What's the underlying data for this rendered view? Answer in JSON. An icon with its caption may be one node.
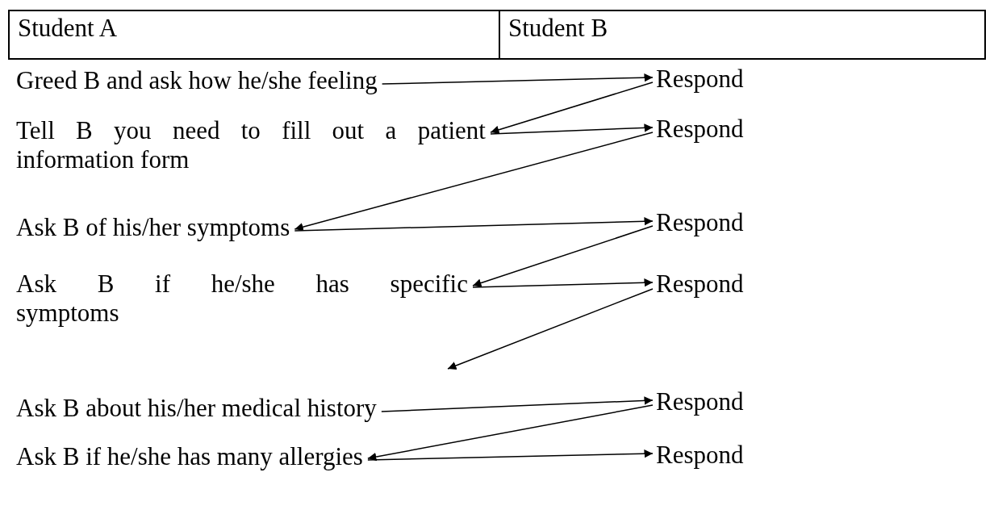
{
  "diagram": {
    "nodes": [
      {
        "text": [
          "Greed B and ask how he/she feeling"
        ]
      },
      {
        "text": [
          "Respond"
        ]
      },
      {
        "text": [
          "Tell B you need to fill out a patient information form"
        ]
      },
      {
        "text": [
          "Respond"
        ]
      },
      {
        "text": [
          "Ask B of his/her symptoms"
        ]
      },
      {
        "text": [
          "Respond"
        ]
      },
      {
        "text": [
          "Ask B if he/she has specific symptoms"
        ]
      },
      {
        "text": [
          "Respond"
        ]
      },
      {
        "text": [
          "Ask B about his/her medical history"
        ]
      },
      {
        "text": [
          "Respond"
        ]
      },
      {
        "text": [
          "Ask B if he/she has many allergies"
        ]
      },
      {
        "text": [
          "Respond"
        ]
      }
    ],
    "edges": [
      {
        "from": 0,
        "to": 1,
        "arrow": "to"
      },
      {
        "from": 1,
        "to": 2,
        "arrow": "to"
      },
      {
        "from": 2,
        "to": 3,
        "arrow": "to"
      },
      {
        "from": 3,
        "to": 4,
        "arrow": "to"
      },
      {
        "from": 4,
        "to": 5,
        "arrow": "to"
      },
      {
        "from": 5,
        "to": 6,
        "arrow": "to"
      },
      {
        "from": 6,
        "to": 7,
        "arrow": "to"
      },
      {
        "from": 7,
        "to": null,
        "arrow": "to"
      },
      {
        "from": 8,
        "to": 9,
        "arrow": "to"
      },
      {
        "from": 9,
        "to": 10,
        "arrow": "to"
      },
      {
        "from": 10,
        "to": 11,
        "arrow": "to"
      }
    ],
    "labels": [
      "Student A",
      "Student B"
    ]
  }
}
